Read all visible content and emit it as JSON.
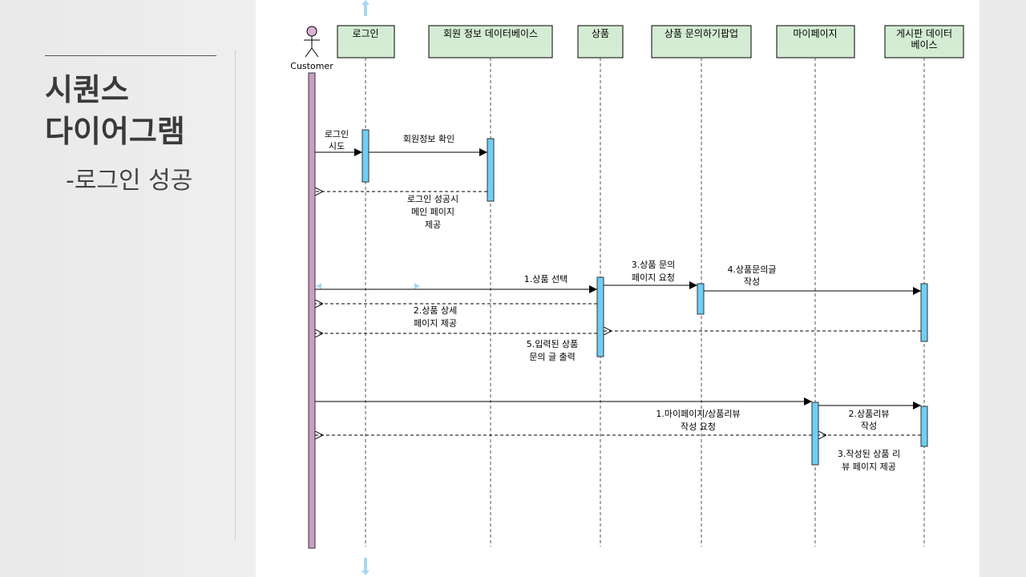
{
  "slide": {
    "title_line1": "시퀀스",
    "title_line2": "다이어그램",
    "subtitle": "-로그인 성공"
  },
  "diagram": {
    "actor": "Customer",
    "lifelines": [
      "로그인",
      "회원 정보 데이터베이스",
      "상품",
      "상품 문의하기팝업",
      "마이페이지",
      "게시판 데이터|베이스"
    ],
    "messages": {
      "login_try": [
        "로그인",
        "시도"
      ],
      "member_check": [
        "회원정보 확인"
      ],
      "login_success": [
        "로그인 성공시",
        "메인 페이지",
        "제공"
      ],
      "select_product": [
        "1.상품 선택"
      ],
      "product_detail": [
        "2.상품 상세",
        "페이지 제공"
      ],
      "inquiry_request": [
        "3.상품 문의",
        "페이지 요청"
      ],
      "write_inquiry": [
        "4.상품문의글",
        "작성"
      ],
      "print_inquiry": [
        "5.입력된 상품",
        "문의 글 출력"
      ],
      "mypage_review_request": [
        "1.마이페이지/상품리뷰",
        "작성 요청"
      ],
      "write_review": [
        "2.상품리뷰",
        "작성"
      ],
      "review_page": [
        "3.작성된 상품 리",
        "뷰 페이지 제공"
      ]
    },
    "colors": {
      "header_fill": "#d4ecd3",
      "activation_fill": "#6ecff6",
      "actor_bar_fill": "#c89fc2",
      "actor_head_fill": "#d9b3d4",
      "handle": "#a8d8ef"
    }
  }
}
